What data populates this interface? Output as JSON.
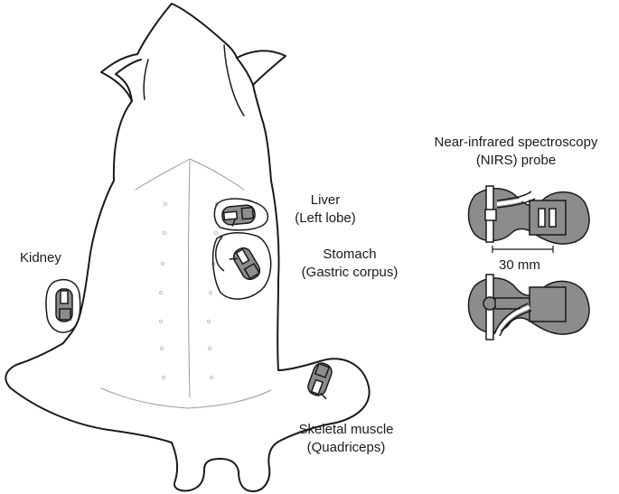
{
  "labels": {
    "probe_title_line1": "Near-infrared spectroscopy",
    "probe_title_line2": "(NIRS) probe",
    "scale": "30 mm",
    "kidney": "Kidney",
    "liver_line1": "Liver",
    "liver_line2": "(Left lobe)",
    "stomach_line1": "Stomach",
    "stomach_line2": "(Gastric corpus)",
    "muscle_line1": "Skeletal muscle",
    "muscle_line2": "(Quadriceps)"
  },
  "colors": {
    "outline": "#1a1a1a",
    "probe_fill": "#8c8c8c",
    "dot": "#b5b5b5"
  },
  "icons": {
    "animal": "pig-silhouette-dorsal-view",
    "probe": "nirs-probe-icon"
  }
}
